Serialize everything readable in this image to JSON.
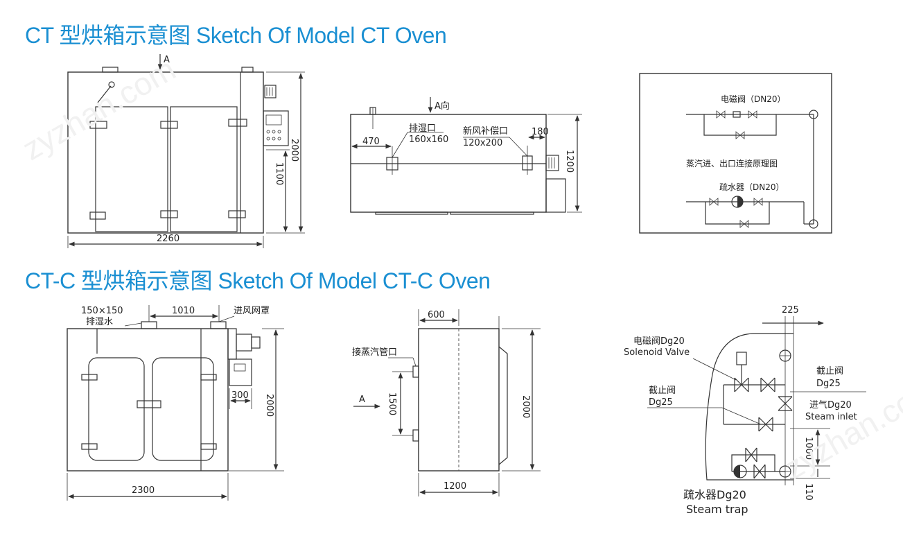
{
  "titles": {
    "ct": "CT 型烘箱示意图  Sketch Of Model CT Oven",
    "ctc": "CT-C 型烘箱示意图  Sketch Of Model CT-C Oven"
  },
  "watermark": "zyzhan.com",
  "ct_front": {
    "width": "2260",
    "height": "2000",
    "mid": "1100",
    "view": "A"
  },
  "ct_top": {
    "view": "A向",
    "exhaust_label": "排湿口",
    "exhaust_size": "160x160",
    "fresh_label": "新风补偿口",
    "fresh_size": "120x200",
    "left_dim": "470",
    "right_dim": "180",
    "depth": "1200"
  },
  "ct_pipe": {
    "solenoid": "电磁阀（DN20）",
    "caption": "蒸汽进、出口连接原理图",
    "trap": "疏水器（DN20）"
  },
  "ctc_front": {
    "exhaust_size": "150×150",
    "exhaust_label": "排湿水",
    "spacing": "1010",
    "intake_label": "进风网罩",
    "panel_dim": "300",
    "height": "2000",
    "width": "2300"
  },
  "ctc_side": {
    "top_dim": "600",
    "steam_label": "接蒸汽管口",
    "view": "A",
    "pipe_spacing": "1500",
    "height": "2000",
    "width": "1200"
  },
  "ctc_pipe": {
    "top_dim": "225",
    "solenoid_cn": "电磁阀Dg20",
    "solenoid_en": "Solenoid Valve",
    "stop_cn_left": "截止阀",
    "stop_dg_left": "Dg25",
    "stop_cn_right": "截止阀",
    "stop_dg_right": "Dg25",
    "inlet_cn": "进气Dg20",
    "inlet_en": "Steam inlet",
    "trap_cn": "疏水器Dg20",
    "trap_en": "Steam trap",
    "dim_1000": "1000",
    "dim_110": "110"
  },
  "colors": {
    "title": "#1a8fd2",
    "line": "#333333"
  }
}
